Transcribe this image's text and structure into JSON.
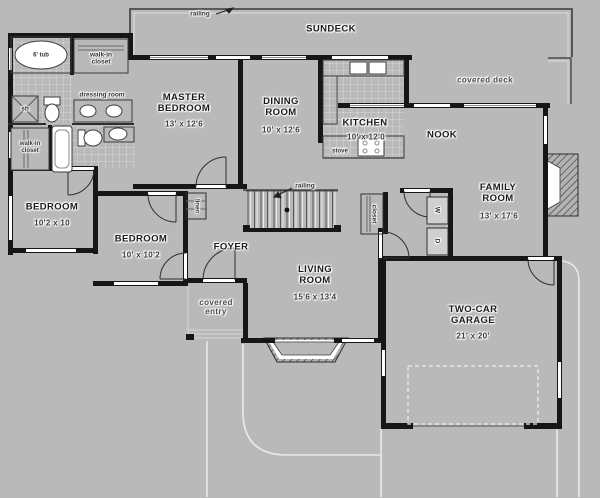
{
  "colors": {
    "background": "#b9b9b9",
    "walls": "#161616",
    "fixtures": "#ffffff"
  },
  "rooms": {
    "sundeck": {
      "name": "SUNDECK",
      "dims": ""
    },
    "master_bedroom": {
      "name": "MASTER BEDROOM",
      "dims": "13' x 12'6"
    },
    "dining_room": {
      "name": "DINING ROOM",
      "dims": "10' x 12'6"
    },
    "kitchen": {
      "name": "KITCHEN",
      "dims": "10' x 12'0"
    },
    "nook": {
      "name": "NOOK",
      "dims": ""
    },
    "family_room": {
      "name": "FAMILY ROOM",
      "dims": "13' x 17'6"
    },
    "bedroom_left": {
      "name": "BEDROOM",
      "dims": "10'2 x 10"
    },
    "bedroom_middle": {
      "name": "BEDROOM",
      "dims": "10' x 10'2"
    },
    "foyer": {
      "name": "FOYER",
      "dims": ""
    },
    "living_room": {
      "name": "LIVING ROOM",
      "dims": "15'6 x 13'4"
    },
    "garage": {
      "name": "TWO-CAR GARAGE",
      "dims": "21' x 20'"
    }
  },
  "annotations": {
    "railing_sundeck": "railing",
    "railing_stairs": "railing",
    "covered_deck": "covered deck",
    "covered_entry": "covered entry",
    "walkin_closet_master": "walk-in closet",
    "dressing_room": "dressing room",
    "walkin_closet_hall": "walk-in closet",
    "tub": "6' tub",
    "shower": "sh",
    "linen": "linen",
    "coat_closet": "closet",
    "stove": "stove",
    "washer": "W",
    "dryer": "D"
  }
}
